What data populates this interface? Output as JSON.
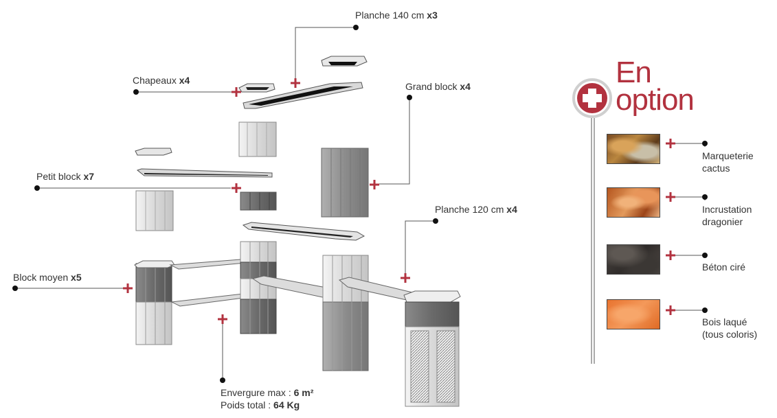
{
  "labels": {
    "planche140": {
      "name": "Planche 140 cm",
      "qty": "x3"
    },
    "chapeaux": {
      "name": "Chapeaux",
      "qty": "x4"
    },
    "grand_block": {
      "name": "Grand block",
      "qty": "x4"
    },
    "petit_block": {
      "name": "Petit block",
      "qty": "x7"
    },
    "planche120": {
      "name": "Planche 120 cm",
      "qty": "x4"
    },
    "block_moyen": {
      "name": "Block moyen",
      "qty": "x5"
    },
    "envergure": {
      "label": "Envergure max :",
      "value": "6 m²"
    },
    "poids": {
      "label": "Poids total :",
      "value": "64 Kg"
    }
  },
  "option_panel": {
    "title_line1": "En",
    "title_line2": "option",
    "options": [
      {
        "line1": "Marqueterie",
        "line2": "cactus",
        "swatch": "marqueterie"
      },
      {
        "line1": "Incrustation",
        "line2": "dragonier",
        "swatch": "incrustation"
      },
      {
        "line1": "Béton ciré",
        "line2": "",
        "swatch": "beton"
      },
      {
        "line1": "Bois laqué",
        "line2": "(tous coloris)",
        "swatch": "bois"
      }
    ]
  },
  "colors": {
    "accent_red": "#b2323f",
    "dark_block": "#6f6f6f",
    "light_block": "#e2e2e2",
    "board": "#dcdcdc"
  }
}
